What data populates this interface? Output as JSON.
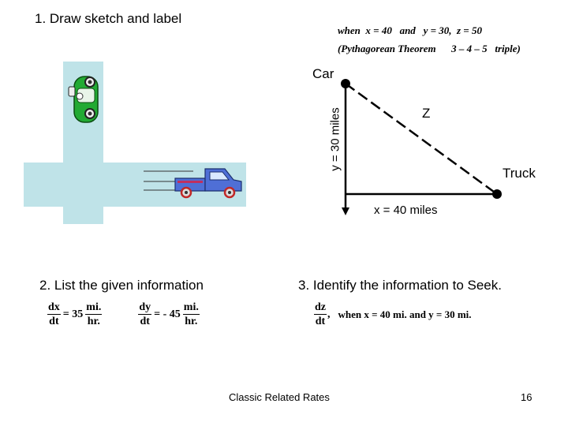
{
  "slide": {
    "title": "1.  Draw sketch and label",
    "given_heading": "2.  List the given information",
    "seek_heading": "3.  Identify the information to Seek.",
    "footer_text": "Classic Related Rates",
    "page_number": "16"
  },
  "note": {
    "line1_when": "when",
    "line1_x": "x = 40",
    "line1_and": "and",
    "line1_y": "y = 30,",
    "line1_z": "z = 50",
    "line2_open": "(",
    "line2_theorem": "Pythagorean Theorem",
    "line2_triple": "3 – 4 – 5",
    "line2_word": "triple",
    "line2_close": ")"
  },
  "diagram": {
    "car_label": "Car",
    "truck_label": "Truck",
    "y_label": "y = 30 miles",
    "x_label": "x = 40 miles",
    "z_label": "Z"
  },
  "given": {
    "dx_num": "dx",
    "dx_den": "dt",
    "dx_eq": "= 35",
    "dx_unit_num": "mi.",
    "dx_unit_den": "hr.",
    "dy_num": "dy",
    "dy_den": "dt",
    "dy_eq": "= - 45",
    "dy_unit_num": "mi.",
    "dy_unit_den": "hr."
  },
  "seek": {
    "dz_num": "dz",
    "dz_den": "dt",
    "comma": ",",
    "when_text": "when  x = 40 mi.  and  y = 30 mi."
  },
  "colors": {
    "road": "#bfe3e8",
    "car_body": "#22aa33",
    "truck_body": "#4f6fd6"
  }
}
